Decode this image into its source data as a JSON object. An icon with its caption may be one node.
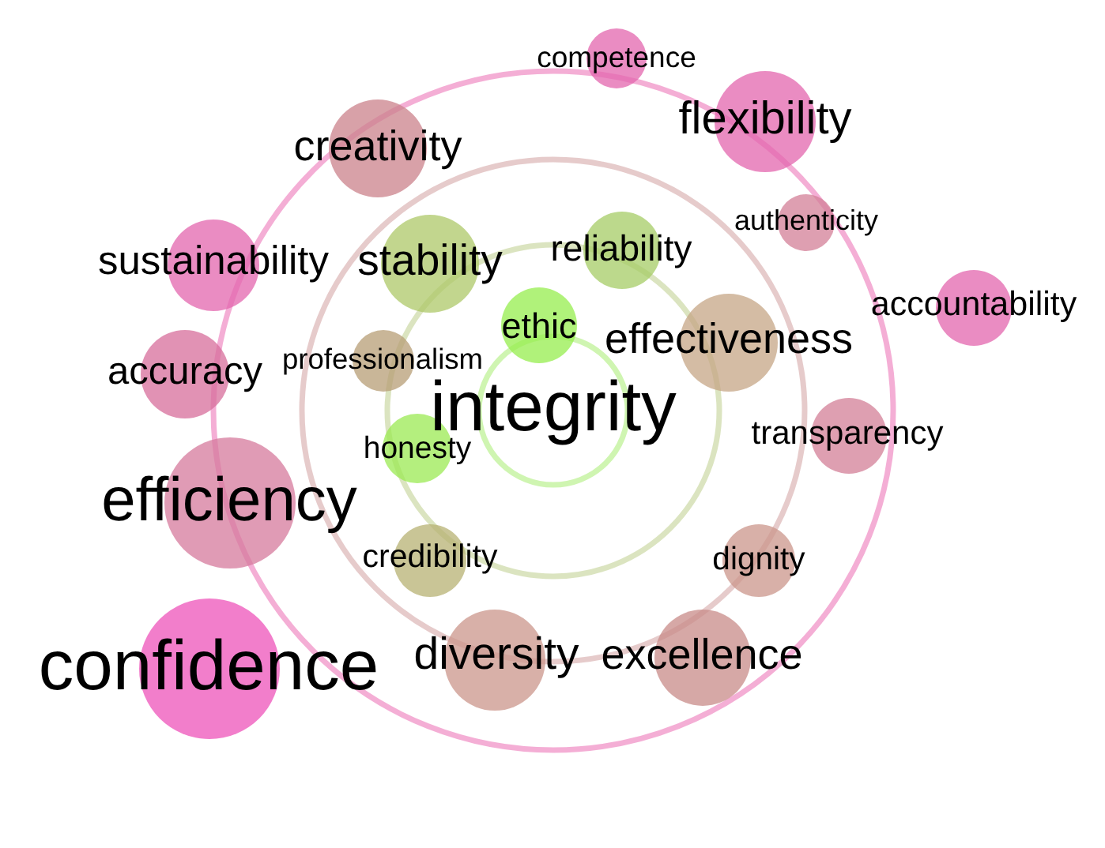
{
  "diagram": {
    "nodes": [
      {
        "text": [
          "competence"
        ]
      },
      {
        "text": [
          "flexibility"
        ]
      },
      {
        "text": [
          "creativity"
        ]
      },
      {
        "text": [
          "authenticity"
        ]
      },
      {
        "text": [
          "sustainability"
        ]
      },
      {
        "text": [
          "stability"
        ]
      },
      {
        "text": [
          "reliability"
        ]
      },
      {
        "text": [
          "accountability"
        ]
      },
      {
        "text": [
          "ethic"
        ]
      },
      {
        "text": [
          "effectiveness"
        ]
      },
      {
        "text": [
          "accuracy"
        ]
      },
      {
        "text": [
          "professionalism"
        ]
      },
      {
        "text": [
          "integrity"
        ]
      },
      {
        "text": [
          "transparency"
        ]
      },
      {
        "text": [
          "honesty"
        ]
      },
      {
        "text": [
          "efficiency"
        ]
      },
      {
        "text": [
          "credibility"
        ]
      },
      {
        "text": [
          "dignity"
        ]
      },
      {
        "text": [
          "confidence"
        ]
      },
      {
        "text": [
          "diversity"
        ]
      },
      {
        "text": [
          "excellence"
        ]
      }
    ]
  }
}
